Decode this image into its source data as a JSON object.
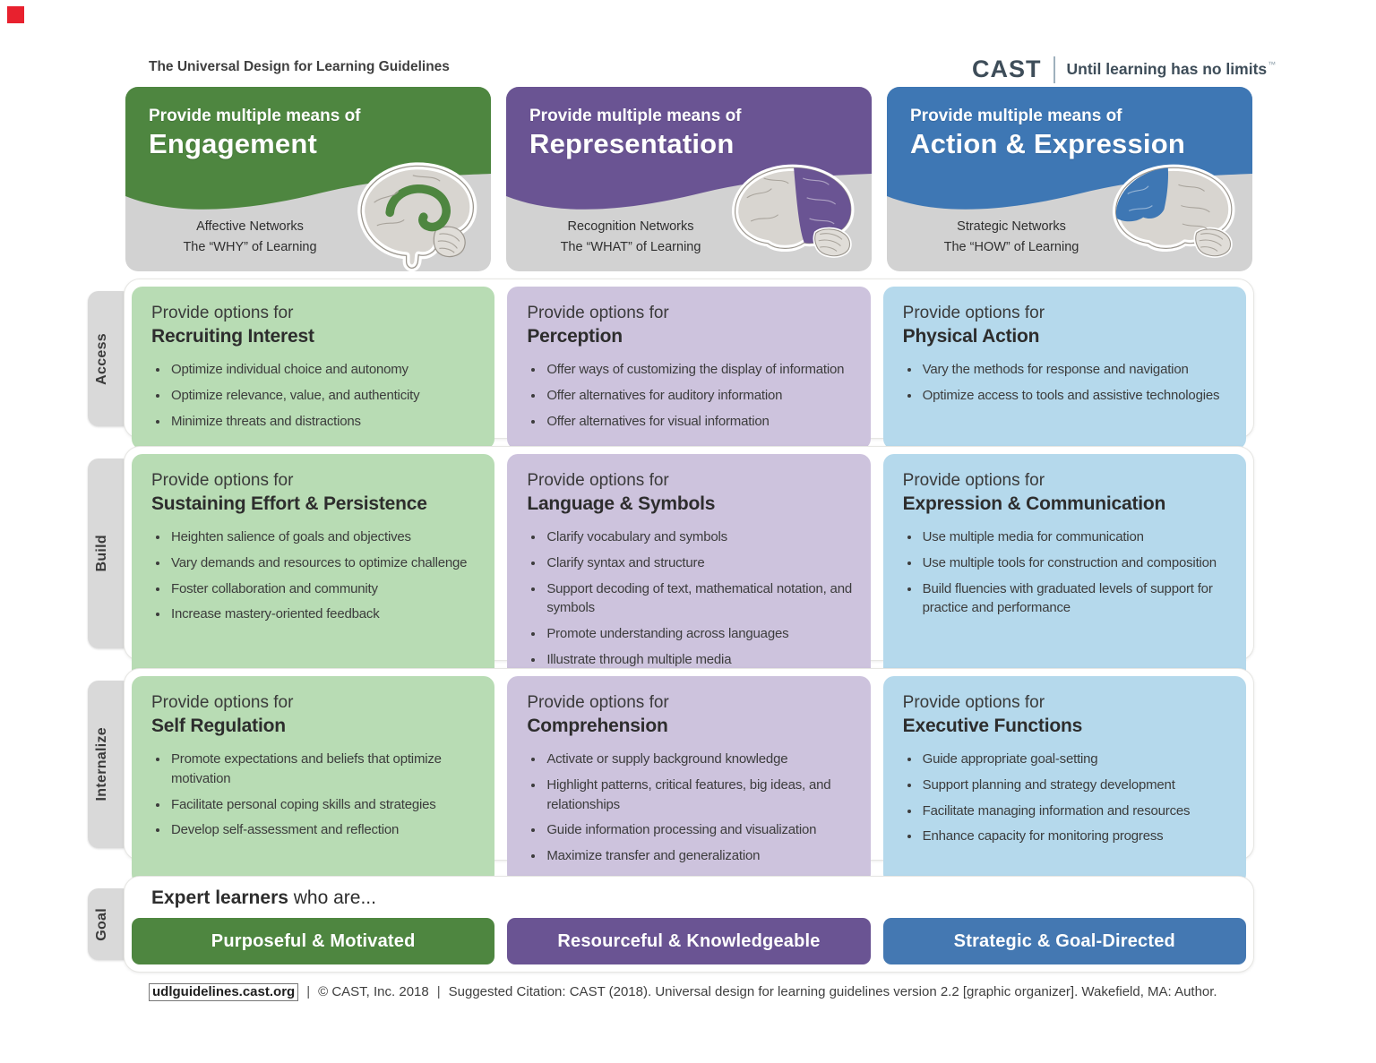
{
  "page_title": "The Universal Design for Learning Guidelines",
  "brand": {
    "name": "CAST",
    "tagline": "Until learning has no limits",
    "tm": "™"
  },
  "colors": {
    "engagement": "#4e8640",
    "engagement_light": "#b8dcb4",
    "representation": "#6a5493",
    "representation_light": "#cdc3dd",
    "action": "#3e77b4",
    "action_light": "#b5d9ec",
    "header_gray": "#d2d2d2",
    "tab_gray": "#d9d9d9",
    "marker_red": "#e8212e"
  },
  "headers": [
    {
      "lead": "Provide multiple means of",
      "title": "Engagement",
      "network": "Affective Networks",
      "learning": "The “WHY” of Learning"
    },
    {
      "lead": "Provide multiple means of",
      "title": "Representation",
      "network": "Recognition Networks",
      "learning": "The “WHAT” of Learning"
    },
    {
      "lead": "Provide multiple means of",
      "title": "Action & Expression",
      "network": "Strategic Networks",
      "learning": "The “HOW” of Learning"
    }
  ],
  "rows": [
    {
      "label": "Access",
      "cells": [
        {
          "lead": "Provide options for",
          "title": "Recruiting Interest",
          "bullets": [
            "Optimize individual choice and autonomy",
            "Optimize relevance, value, and authenticity",
            "Minimize threats and distractions"
          ]
        },
        {
          "lead": "Provide options for",
          "title": "Perception",
          "bullets": [
            "Offer ways of customizing the display of information",
            "Offer alternatives for auditory information",
            "Offer alternatives for visual information"
          ]
        },
        {
          "lead": "Provide options for",
          "title": "Physical Action",
          "bullets": [
            "Vary the methods for response and navigation",
            "Optimize access to tools and assistive technologies"
          ]
        }
      ]
    },
    {
      "label": "Build",
      "cells": [
        {
          "lead": "Provide options for",
          "title": "Sustaining Effort & Persistence",
          "bullets": [
            "Heighten salience of goals and objectives",
            "Vary demands and resources to optimize challenge",
            "Foster collaboration and community",
            "Increase mastery-oriented feedback"
          ]
        },
        {
          "lead": "Provide options for",
          "title": "Language & Symbols",
          "bullets": [
            "Clarify vocabulary and symbols",
            "Clarify syntax and structure",
            "Support decoding of text, mathematical notation, and symbols",
            "Promote understanding across languages",
            "Illustrate through multiple media"
          ]
        },
        {
          "lead": "Provide options for",
          "title": "Expression & Communication",
          "bullets": [
            "Use multiple media for communication",
            "Use multiple tools for construction and composition",
            "Build fluencies with graduated levels of support for practice and performance"
          ]
        }
      ]
    },
    {
      "label": "Internalize",
      "cells": [
        {
          "lead": "Provide options for",
          "title": "Self Regulation",
          "bullets": [
            "Promote expectations and beliefs that optimize motivation",
            "Facilitate personal coping skills and strategies",
            "Develop self-assessment and reflection"
          ]
        },
        {
          "lead": "Provide options for",
          "title": "Comprehension",
          "bullets": [
            "Activate or supply background knowledge",
            "Highlight patterns, critical features, big ideas, and relationships",
            "Guide information processing and visualization",
            "Maximize transfer and generalization"
          ]
        },
        {
          "lead": "Provide options for",
          "title": "Executive Functions",
          "bullets": [
            "Guide appropriate goal-setting",
            "Support planning and strategy development",
            "Facilitate managing information and resources",
            "Enhance capacity for monitoring progress"
          ]
        }
      ]
    }
  ],
  "goal_row": {
    "label": "Goal",
    "heading_bold": "Expert learners",
    "heading_rest": " who are...",
    "buttons": [
      "Purposeful & Motivated",
      "Resourceful & Knowledgeable",
      "Strategic & Goal-Directed"
    ]
  },
  "footer": {
    "link": "udlguidelines.cast.org",
    "sep": "|",
    "copyright": "© CAST, Inc. 2018",
    "citation": "Suggested Citation: CAST (2018). Universal design for learning guidelines version 2.2 [graphic organizer]. Wakefield, MA: Author."
  }
}
